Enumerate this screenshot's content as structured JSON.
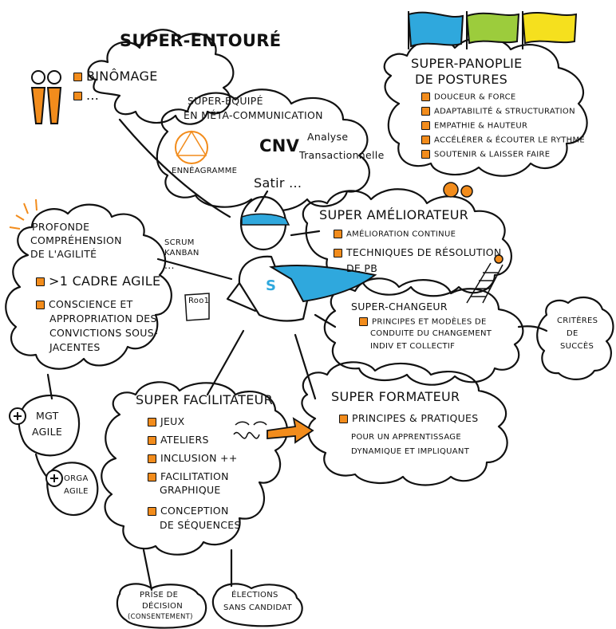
{
  "colors": {
    "orange": "#f28c1c",
    "blue": "#2fa8dd",
    "green": "#9ccc3c",
    "yellow": "#f5e01e",
    "ink": "#111111"
  },
  "entoure": {
    "title": "Super-entouré",
    "items": [
      "Binômage",
      "..."
    ]
  },
  "equipe": {
    "title1": "Super-équipé",
    "title2": "en méta-communication",
    "enneagramme": "Ennéagramme",
    "cnv": "CNV",
    "analyse1": "Analyse",
    "analyse2": "Transactionnelle",
    "satir": "Satir ..."
  },
  "panoplie": {
    "title1": "Super-panoplie",
    "title2": "de postures",
    "items": [
      "Douceur & Force",
      "Adaptabilité & Structuration",
      "Empathie & Hauteur",
      "Accélérer & Écouter le rythme",
      "Soutenir & Laisser faire"
    ]
  },
  "comprehension": {
    "title1": "Profonde",
    "title2": "compréhension",
    "title3": "de l'agilité",
    "scrum": "Scrum",
    "kanban": "Kanban",
    "dots": "...",
    "item1": ">1 cadre agile",
    "item2_1": "Conscience et",
    "item2_2": "appropriation des",
    "item2_3": "convictions sous-",
    "item2_4": "jacentes",
    "paper": "Roo1"
  },
  "ameliorateur": {
    "title": "Super améliorateur",
    "item1": "Amélioration continue",
    "item2_1": "Techniques de résolution",
    "item2_2": "de PB"
  },
  "hero": {
    "letter": "S"
  },
  "chanceur": {
    "title": "Super-changeur",
    "item1": "Principes et modèles de",
    "item1b": "conduite du changement",
    "item1c": "indiv et collectif"
  },
  "criteres": {
    "l1": "Critères",
    "l2": "de",
    "l3": "succès"
  },
  "facilitateur": {
    "title": "Super facilitateur",
    "items": [
      "Jeux",
      "Ateliers",
      "Inclusion ++",
      "Facilitation",
      "graphique",
      "Conception",
      "de séquences"
    ]
  },
  "formateur": {
    "title": "Super formateur",
    "l1": "Principes & pratiques",
    "l2": "pour un apprentissage",
    "l3": "dynamique et impliquant"
  },
  "mgt": {
    "l1": "Mgt",
    "l2": "agile"
  },
  "orga": {
    "l1": "Orga",
    "l2": "agile"
  },
  "prise": {
    "l1": "Prise de",
    "l2": "décision",
    "l3": "(consentement)"
  },
  "elections": {
    "l1": "Élections",
    "l2": "sans candidat"
  }
}
